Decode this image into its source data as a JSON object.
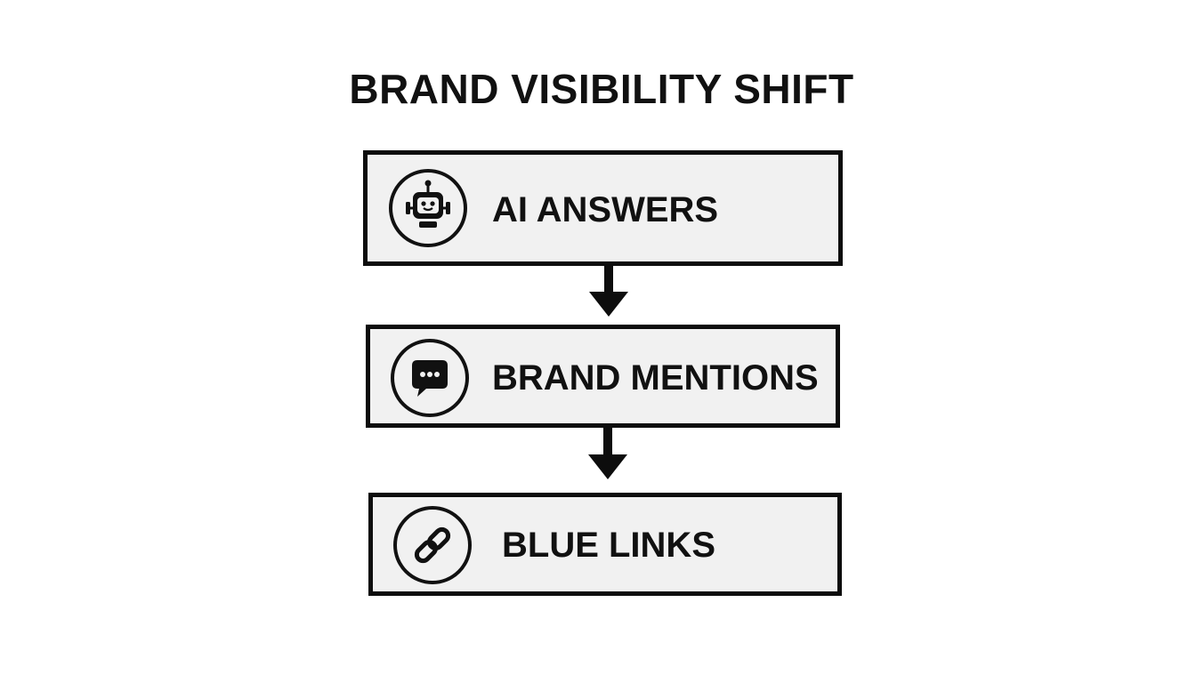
{
  "title": "BRAND VISIBILITY SHIFT",
  "steps": [
    {
      "label": "AI ANSWERS",
      "icon": "robot-icon"
    },
    {
      "label": "BRAND MENTIONS",
      "icon": "speech-bubble-icon"
    },
    {
      "label": "BLUE LINKS",
      "icon": "link-icon"
    }
  ],
  "colors": {
    "stroke": "#0d0d0d",
    "box_fill": "#f1f1f1",
    "background": "#ffffff"
  }
}
